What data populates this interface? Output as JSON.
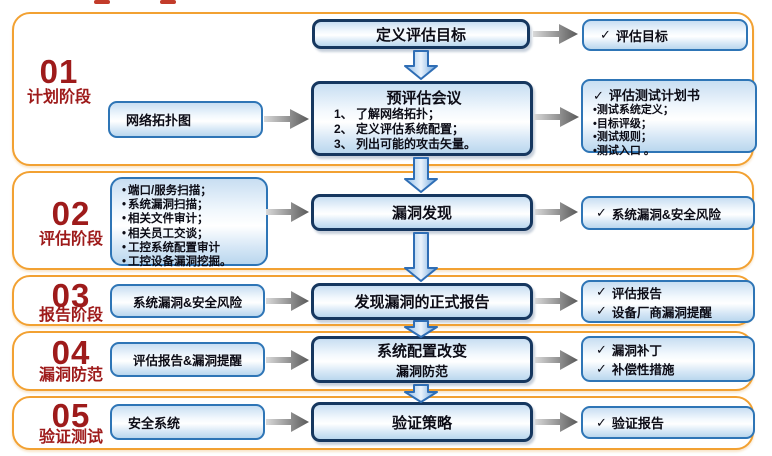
{
  "glyphs": {
    "check": "✓",
    "bullet": "•"
  },
  "colors": {
    "band_border": "#F2A132",
    "phase_red": "#9E1B1B",
    "box_border_blue": "#2E75B6",
    "box_border_navy": "#16375F",
    "arrow_blue": "#2F6EB5",
    "arrow_gray_dark": "#595959"
  },
  "phases": [
    {
      "number": "01",
      "label": "计划阶段"
    },
    {
      "number": "02",
      "label": "评估阶段"
    },
    {
      "number": "03",
      "label": "报告阶段"
    },
    {
      "number": "04",
      "label": "漏洞防范"
    },
    {
      "number": "05",
      "label": "验证测试"
    }
  ],
  "p1": {
    "define_goal": "定义评估目标",
    "goal_result": "评估目标",
    "input": "网络拓扑图",
    "meeting_title": "预评估会议",
    "meeting_items": [
      "1、 了解网络拓扑；",
      "2、 定义评估系统配置；",
      "3、 列出可能的攻击矢量。"
    ],
    "plan_title": "评估测试计划书",
    "plan_items": [
      "测试系统定义；",
      "目标评级；",
      "测试规则；",
      "测试入口 。"
    ]
  },
  "p2": {
    "input_items": [
      "端口/服务扫描；",
      "系统漏洞扫描；",
      "相关文件审计；",
      "相关员工交谈；",
      "工控系统配置审计",
      "工控设备漏洞挖掘。"
    ],
    "main": "漏洞发现",
    "result": "系统漏洞&安全风险"
  },
  "p3": {
    "input": "系统漏洞&安全风险",
    "main": "发现漏洞的正式报告",
    "results": [
      "评估报告",
      "设备厂商漏洞提醒"
    ]
  },
  "p4": {
    "input": "评估报告&漏洞提醒",
    "main_lines": [
      "系统配置改变",
      "漏洞防范"
    ],
    "results": [
      "漏洞补丁",
      "补偿性措施"
    ]
  },
  "p5": {
    "input": "安全系统",
    "main": "验证策略",
    "result": "验证报告"
  }
}
